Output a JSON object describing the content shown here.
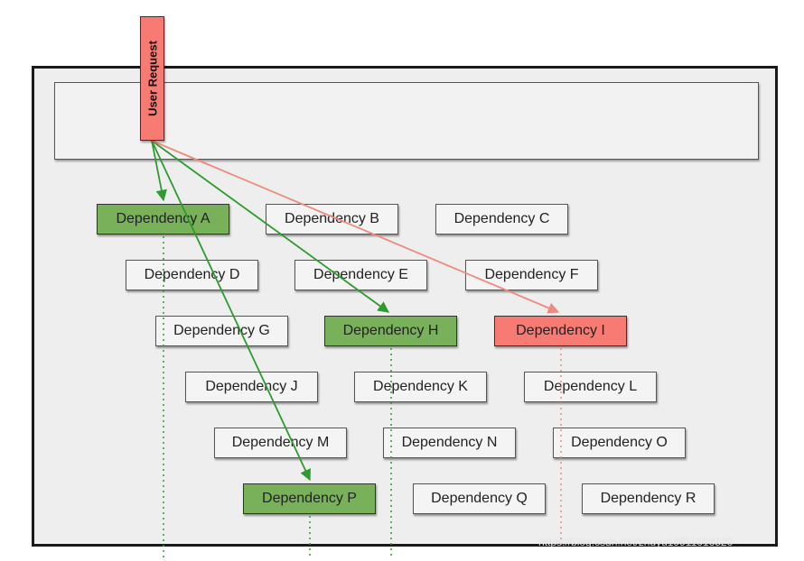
{
  "request": {
    "label": "User Request"
  },
  "dependencies": [
    {
      "label": "Dependency A",
      "state": "ok"
    },
    {
      "label": "Dependency B",
      "state": "normal"
    },
    {
      "label": "Dependency C",
      "state": "normal"
    },
    {
      "label": "Dependency D",
      "state": "normal"
    },
    {
      "label": "Dependency E",
      "state": "normal"
    },
    {
      "label": "Dependency F",
      "state": "normal"
    },
    {
      "label": "Dependency G",
      "state": "normal"
    },
    {
      "label": "Dependency H",
      "state": "ok"
    },
    {
      "label": "Dependency I",
      "state": "fail"
    },
    {
      "label": "Dependency J",
      "state": "normal"
    },
    {
      "label": "Dependency K",
      "state": "normal"
    },
    {
      "label": "Dependency L",
      "state": "normal"
    },
    {
      "label": "Dependency M",
      "state": "normal"
    },
    {
      "label": "Dependency N",
      "state": "normal"
    },
    {
      "label": "Dependency O",
      "state": "normal"
    },
    {
      "label": "Dependency P",
      "state": "ok"
    },
    {
      "label": "Dependency Q",
      "state": "normal"
    },
    {
      "label": "Dependency R",
      "state": "normal"
    }
  ],
  "edges": [
    {
      "to": "Dependency A",
      "state": "ok"
    },
    {
      "to": "Dependency H",
      "state": "ok"
    },
    {
      "to": "Dependency P",
      "state": "ok"
    },
    {
      "to": "Dependency I",
      "state": "fail"
    }
  ],
  "colors": {
    "ok": "#78b15a",
    "fail": "#f77b72",
    "ok_edge": "#2f9a2f",
    "fail_edge": "#f08a80"
  },
  "watermark": "https://blog.csdn.net/zhuyu19911016520"
}
